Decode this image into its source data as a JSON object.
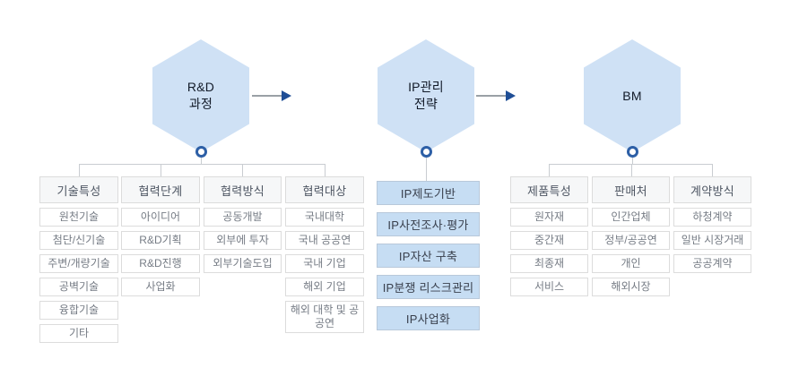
{
  "colors": {
    "hexagon_fill": "#cfe1f5",
    "ip_box_fill": "#c6ddf3",
    "accent_blue": "#2d5fa6",
    "arrow_head": "#1f4e96",
    "line_gray": "#c9cdd1",
    "header_box_fill": "#f6f7f8"
  },
  "stages": [
    {
      "id": "rnd",
      "line1": "R&D",
      "line2": "과정"
    },
    {
      "id": "ip",
      "line1": "IP관리",
      "line2": "전략"
    },
    {
      "id": "bm",
      "line1": "BM",
      "line2": ""
    }
  ],
  "groups": [
    {
      "stage": "R&D 과정",
      "columns": [
        {
          "header": "기술특성",
          "items": [
            "원천기술",
            "첨단/신기술",
            "주변/개량기술",
            "공벽기술",
            "융합기술",
            "기타"
          ]
        },
        {
          "header": "협력단계",
          "items": [
            "아이디어",
            "R&D기획",
            "R&D진행",
            "사업화"
          ]
        },
        {
          "header": "협력방식",
          "items": [
            "공동개발",
            "외부에 투자",
            "외부기술도입"
          ]
        },
        {
          "header": "협력대상",
          "items": [
            "국내대학",
            "국내 공공연",
            "국내 기업",
            "해외 기업",
            "해외 대학 및 공공연"
          ]
        }
      ]
    },
    {
      "stage": "IP관리 전략",
      "ip_steps": [
        "IP제도기반",
        "IP사전조사·평가",
        "IP자산 구축",
        "IP분쟁 리스크관리",
        "IP사업화"
      ]
    },
    {
      "stage": "BM",
      "columns": [
        {
          "header": "제품특성",
          "items": [
            "원자재",
            "중간재",
            "최종재",
            "서비스"
          ]
        },
        {
          "header": "판매처",
          "items": [
            "인간업체",
            "정부/공공연",
            "개인",
            "해외시장"
          ]
        },
        {
          "header": "계약방식",
          "items": [
            "하청계약",
            "일반 시장거래",
            "공공계약"
          ]
        }
      ]
    }
  ]
}
